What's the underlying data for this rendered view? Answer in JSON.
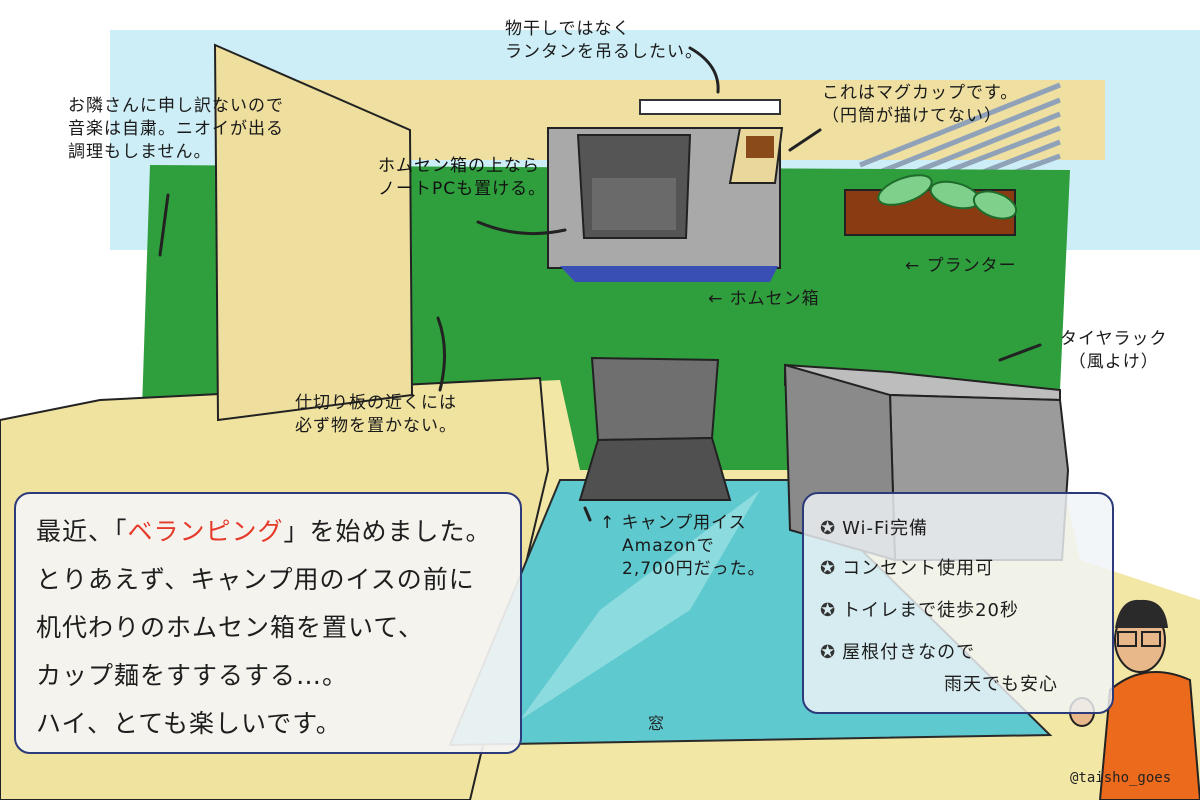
{
  "notes": {
    "lantern": [
      "物干しではなく",
      "ランタンを吊るしたい。"
    ],
    "mug": [
      "これはマグカップです。",
      "（円筒が描けてない）"
    ],
    "neighbor": [
      "お隣さんに申し訳ないので",
      "音楽は自粛。ニオイが出る",
      "調理もしません。"
    ],
    "laptop": [
      "ホムセン箱の上なら",
      "ノートPCも置ける。"
    ],
    "planter": "← プランター",
    "homesen": "← ホムセン箱",
    "tire": [
      "タイヤラック",
      "（風よけ）"
    ],
    "partition": [
      "仕切り板の近くには",
      "必ず物を置かない。"
    ],
    "chair": [
      "↑ キャンプ用イス",
      "Amazonで",
      "2,700円だった。"
    ],
    "window": "窓"
  },
  "main_text": {
    "line1_pre": "最近、「",
    "line1_hl": "ベランピング",
    "line1_post": "」を始めました。",
    "line2": "とりあえず、キャンプ用のイスの前に",
    "line3": "机代わりのホムセン箱を置いて、",
    "line4": "カップ麺をすするする…。",
    "line5": "ハイ、とても楽しいです。"
  },
  "features": [
    "Wi-Fi完備",
    "コンセント使用可",
    "トイレまで徒歩20秒",
    "屋根付きなので",
    "雨天でも安心"
  ],
  "star_glyph": "✪",
  "credit": "@taisho_goes",
  "colors": {
    "sky": "#cdeef7",
    "wall_green": "#2f9e3c",
    "floor_cream": "#f3e7a6",
    "partition": "#efdf9e",
    "homesen_box": "#a9a9a9",
    "homesen_base": "#3a4fb4",
    "window_blue": "#5ec9cf",
    "tire_rack": "#9b9b9b",
    "planter": "#8b3b12",
    "accent_red": "#e63a2a",
    "box_border": "#2c3a7a",
    "shirt_orange": "#ec6a1c"
  }
}
